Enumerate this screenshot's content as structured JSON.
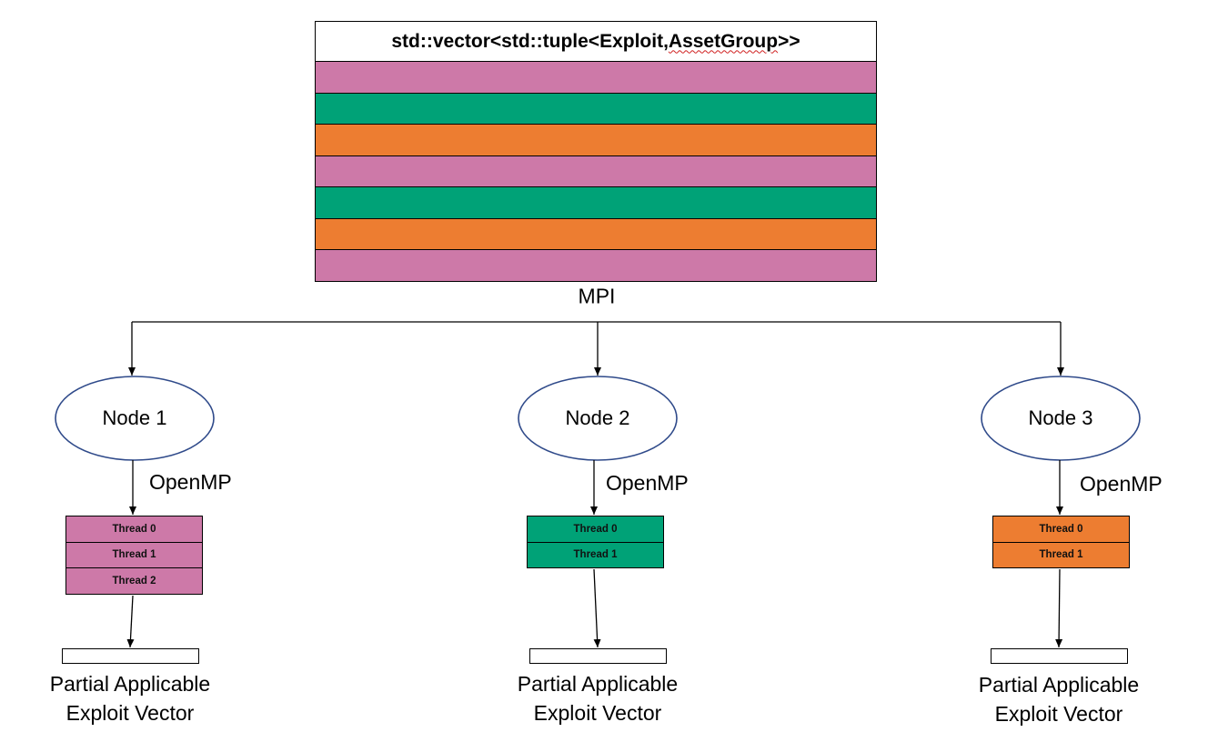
{
  "vector": {
    "title_prefix": "std::vector<std::tuple<Exploit, ",
    "title_marked": "AssetGroup",
    "title_suffix": ">>",
    "rows": [
      {
        "color": "#cd79a8"
      },
      {
        "color": "#00a277"
      },
      {
        "color": "#ed7d31"
      },
      {
        "color": "#cd79a8"
      },
      {
        "color": "#00a277"
      },
      {
        "color": "#ed7d31"
      },
      {
        "color": "#cd79a8"
      }
    ]
  },
  "mpi_label": "MPI",
  "openmp_label": "OpenMP",
  "result_line1": "Partial Applicable",
  "result_line2": "Exploit Vector",
  "nodes": [
    {
      "label": "Node 1",
      "color": "#cd79a8",
      "threads": [
        "Thread 0",
        "Thread 1",
        "Thread 2"
      ]
    },
    {
      "label": "Node 2",
      "color": "#00a277",
      "threads": [
        "Thread 0",
        "Thread 1"
      ]
    },
    {
      "label": "Node 3",
      "color": "#ed7d31",
      "threads": [
        "Thread 0",
        "Thread 1"
      ]
    }
  ],
  "colors": {
    "ellipse_stroke": "#2f4a8a",
    "line": "#000000"
  }
}
